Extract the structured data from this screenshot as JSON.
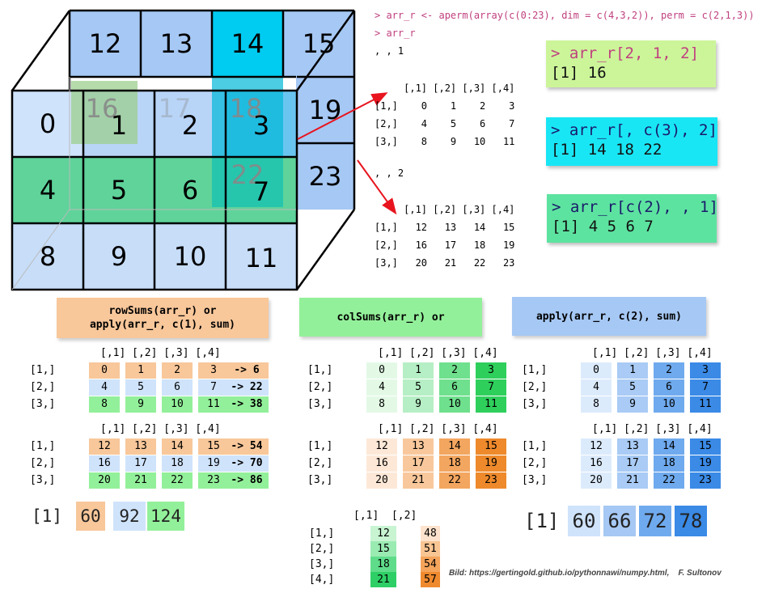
{
  "cube": {
    "back": [
      "12",
      "13",
      "14",
      "15",
      "19",
      "23"
    ],
    "front": [
      "0",
      "1",
      "2",
      "3",
      "4",
      "5",
      "6",
      "7",
      "8",
      "9",
      "10",
      "11"
    ],
    "hidden": [
      "16",
      "17",
      "18",
      "22"
    ]
  },
  "console": {
    "cmd1": "> arr_r <- aperm(array(c(0:23), dim = c(4,3,2)), perm = c(2,1,3))",
    "cmd2": "> arr_r",
    "slice1": ", , 1",
    "slice2": ", , 2",
    "header": "     [,1] [,2] [,3] [,4]",
    "rows1": [
      "[1,]    0    1    2    3",
      "[2,]    4    5    6    7",
      "[3,]    8    9   10   11"
    ],
    "rows2": [
      "[1,]   12   13   14   15",
      "[2,]   16   17   18   19",
      "[3,]   20   21   22   23"
    ]
  },
  "examples": [
    {
      "cmd": "> arr_r[2, 1, 2]",
      "out": "[1] 16",
      "color": "#ccf59a"
    },
    {
      "cmd": "> arr_r[, c(3), 2]",
      "out": "[1] 14 18 22",
      "color": "#19e6f5"
    },
    {
      "cmd": "> arr_r[c(2), , 1]",
      "out": "[1] 4 5 6 7",
      "color": "#5de3a0"
    }
  ],
  "headers": {
    "row": "rowSums(arr_r) or\napply(arr_r, c(1), sum)",
    "col": "colSums(arr_r) or",
    "apply2": "apply(arr_r, c(2), sum)"
  },
  "table": {
    "colhdr": "[,1] [,2] [,3] [,4]",
    "rowlabels": [
      "[1,]",
      "[2,]",
      "[3,]"
    ],
    "slice1": [
      [
        "0",
        "1",
        "2",
        "3"
      ],
      [
        "4",
        "5",
        "6",
        "7"
      ],
      [
        "8",
        "9",
        "10",
        "11"
      ]
    ],
    "slice2": [
      [
        "12",
        "13",
        "14",
        "15"
      ],
      [
        "16",
        "17",
        "18",
        "19"
      ],
      [
        "20",
        "21",
        "22",
        "23"
      ]
    ]
  },
  "rowsums": {
    "slice1": [
      "-> 6",
      "-> 22",
      "-> 38"
    ],
    "slice2": [
      "-> 54",
      "-> 70",
      "-> 86"
    ],
    "prefix": "[1]",
    "result": [
      "60",
      "92",
      "124"
    ]
  },
  "colsums": {
    "hdr": "[,1]  [,2]",
    "rowlabels": [
      "[1,]",
      "[2,]",
      "[3,]",
      "[4,]"
    ],
    "c1": [
      "12",
      "15",
      "18",
      "21"
    ],
    "c2": [
      "48",
      "51",
      "54",
      "57"
    ]
  },
  "apply2": {
    "prefix": "[1]",
    "result": [
      "60",
      "66",
      "72",
      "78"
    ]
  },
  "credit": "Bild: https://gertingold.github.io/pythonnawi/numpy.html,    F. Sultonov",
  "colors": {
    "blue": "#a6c8f4",
    "cyan": "#00cbf0",
    "green": "#5fd39a",
    "lightblue": "#cfe3fb",
    "orange": "#f8c79a",
    "peach": "#f8c8a0"
  }
}
